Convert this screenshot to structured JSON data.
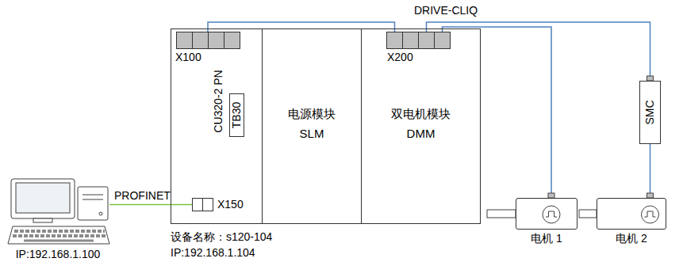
{
  "diagram": {
    "nodes": [
      {
        "text": [
          "IP:192.168.1.100"
        ]
      },
      {
        "text": [
          "CU320-2 PN"
        ]
      },
      {
        "text": [
          "X100"
        ],
        "in": 1
      },
      {
        "text": [
          "TB30"
        ],
        "in": 1
      },
      {
        "text": [
          "X150"
        ],
        "in": 1
      },
      {
        "text": [
          "电源模块 SLM"
        ]
      },
      {
        "text": [
          "双电机模块 DMM"
        ]
      },
      {
        "text": [
          "X200"
        ],
        "in": 6
      },
      {
        "text": [
          "电机 1"
        ]
      },
      {
        "text": [
          "SMC"
        ]
      },
      {
        "text": [
          "电机 2"
        ]
      }
    ],
    "edges": [
      {
        "from": 2,
        "to": 7,
        "arrow": "none"
      },
      {
        "from": 7,
        "to": 8,
        "arrow": "none"
      },
      {
        "from": 7,
        "to": 9,
        "arrow": "none"
      },
      {
        "from": 9,
        "to": 10,
        "arrow": "none"
      },
      {
        "from": 0,
        "to": 4,
        "label": "PROFINET",
        "arrow": "none"
      }
    ],
    "labels": [
      "DRIVE-CLIQ",
      "设备名称：s120-104",
      "IP:192.168.1.104"
    ]
  }
}
